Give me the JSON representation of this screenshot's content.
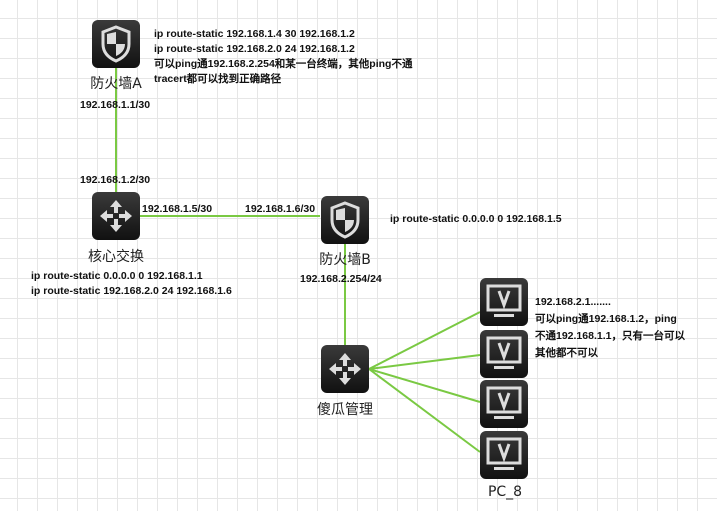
{
  "nodes": {
    "fwA": "防火墙A",
    "core": "核心交换",
    "fwB": "防火墙B",
    "sw": "傻瓜管理",
    "pc8": "PC_8"
  },
  "labels": {
    "a_if": "192.168.1.1/30",
    "core_up": "192.168.1.2/30",
    "core_right": "192.168.1.5/30",
    "fwb_left": "192.168.1.6/30",
    "fwb_down": "192.168.2.254/24"
  },
  "notes": {
    "fwA": [
      "ip route-static 192.168.1.4 30 192.168.1.2",
      "ip route-static 192.168.2.0 24 192.168.1.2",
      "可以ping通192.168.2.254和某一台终端，其他ping不通",
      "tracert都可以找到正确路径"
    ],
    "fwB": [
      "ip route-static 0.0.0.0 0 192.168.1.5"
    ],
    "core": [
      "ip route-static 0.0.0.0 0 192.168.1.1",
      "ip route-static 192.168.2.0 24 192.168.1.6"
    ],
    "pc": [
      "192.168.2.1.......",
      "可以ping通192.168.1.2，ping",
      "不通192.168.1.1，只有一台可以",
      "其他都不可以"
    ]
  },
  "colors": {
    "link": "#7ac943"
  }
}
